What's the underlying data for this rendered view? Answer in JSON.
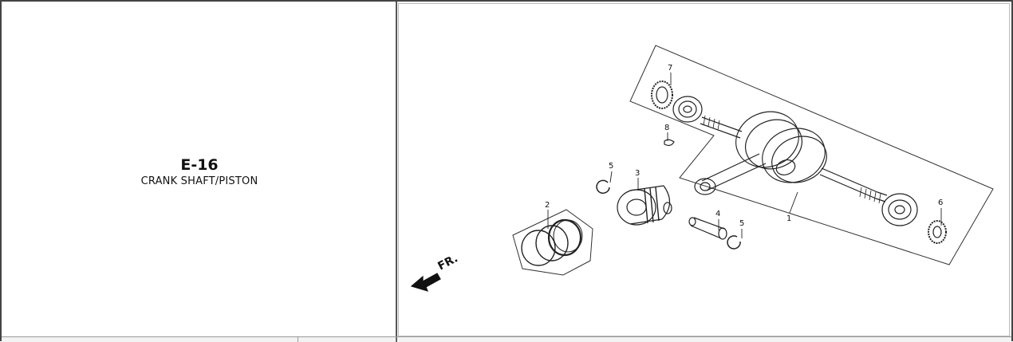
{
  "section": {
    "code": "E-16",
    "title": "CRANK SHAFT/PISTON"
  },
  "diagram": {
    "direction_label": "FR.",
    "callouts": [
      "1",
      "2",
      "3",
      "4",
      "5",
      "5",
      "6",
      "7",
      "8"
    ],
    "line_color": "#222222"
  }
}
